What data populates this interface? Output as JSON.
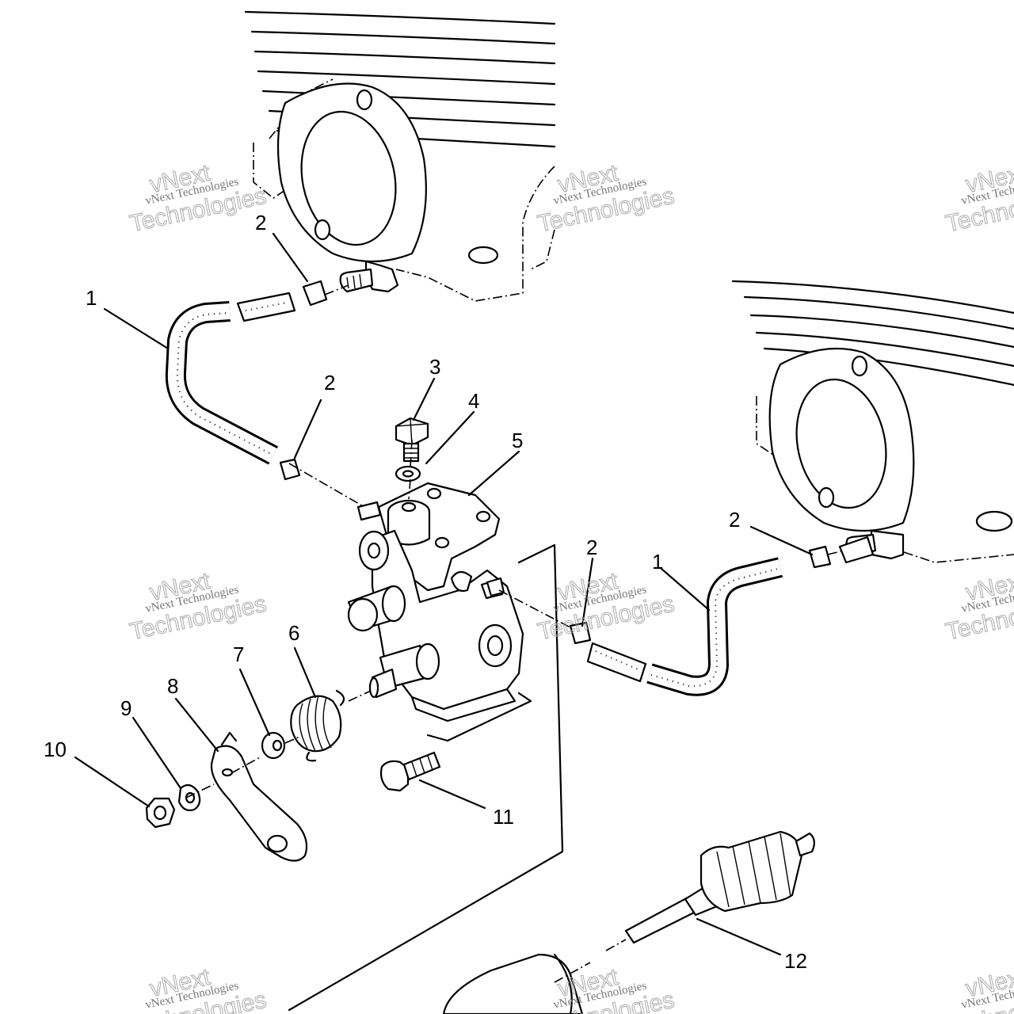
{
  "callouts": {
    "c1a": "1",
    "c2a": "2",
    "c2b": "2",
    "c3": "3",
    "c4": "4",
    "c5": "5",
    "c6": "6",
    "c7": "7",
    "c8": "8",
    "c9": "9",
    "c10": "10",
    "c11": "11",
    "c12": "12",
    "c1b": "1",
    "c2c": "2",
    "c2d": "2"
  },
  "watermark": {
    "line1": "vNext Technologies",
    "line2": "vNext",
    "line3": "Technologies"
  }
}
